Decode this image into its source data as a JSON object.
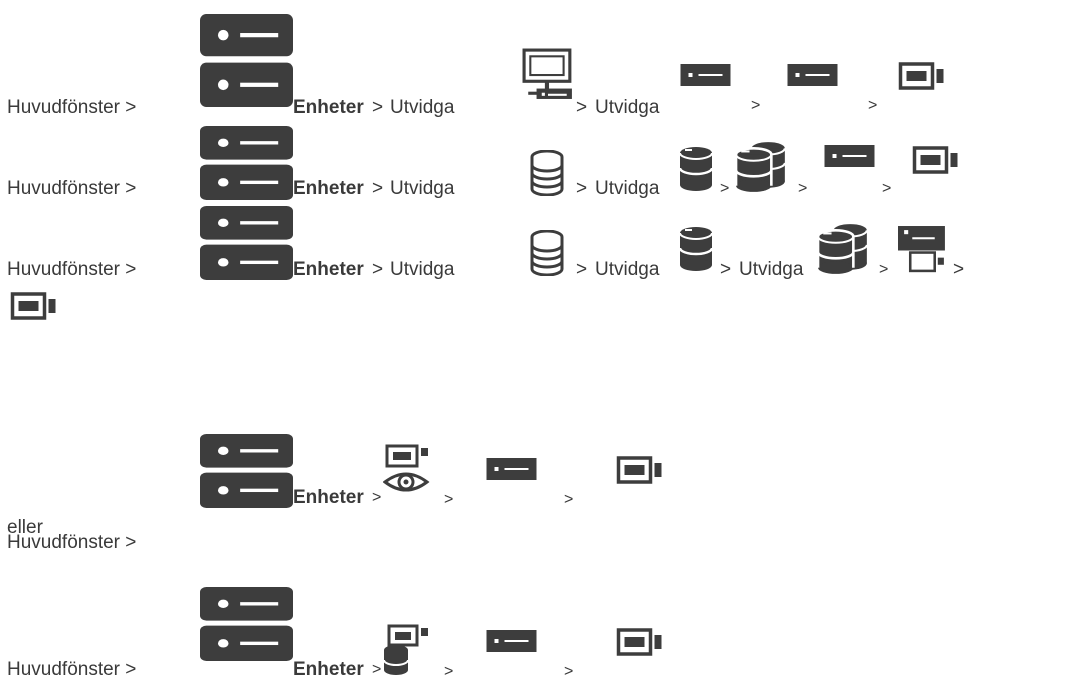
{
  "paths": [
    {
      "prefix": "Huvudfönster >",
      "devices_label": "Enheter",
      "separator": ">",
      "expand_label": "Utvidga",
      "icons": [
        "devices-icon",
        "monitor-network-icon",
        "encoder-icon",
        "encoder-icon",
        "camera-icon"
      ]
    },
    {
      "prefix": "Huvudfönster >",
      "devices_label": "Enheter",
      "separator": ">",
      "expand_label": "Utvidga",
      "icons": [
        "devices-icon",
        "storage-stack-icon",
        "database-icon",
        "database-pool-icon",
        "encoder-icon",
        "camera-icon"
      ]
    },
    {
      "prefix": "Huvudfönster >",
      "devices_label": "Enheter",
      "separator": ">",
      "expand_label": "Utvidga",
      "icons": [
        "devices-icon",
        "storage-stack-icon",
        "database-icon",
        "database-pool-icon",
        "encoder-with-camera-icon",
        "camera-icon"
      ]
    },
    {
      "prefix": "Huvudfönster >",
      "devices_label": "Enheter",
      "separator": ">",
      "icons": [
        "devices-icon",
        "camera-eye-icon",
        "encoder-icon",
        "camera-icon"
      ]
    },
    {
      "prefix": "Huvudfönster >",
      "devices_label": "Enheter",
      "separator": ">",
      "icons": [
        "devices-icon",
        "camera-database-icon",
        "encoder-icon",
        "camera-icon"
      ]
    }
  ],
  "or_label": "eller",
  "colors": {
    "icon": "#3d3d3d",
    "text": "#3a3a3a"
  }
}
